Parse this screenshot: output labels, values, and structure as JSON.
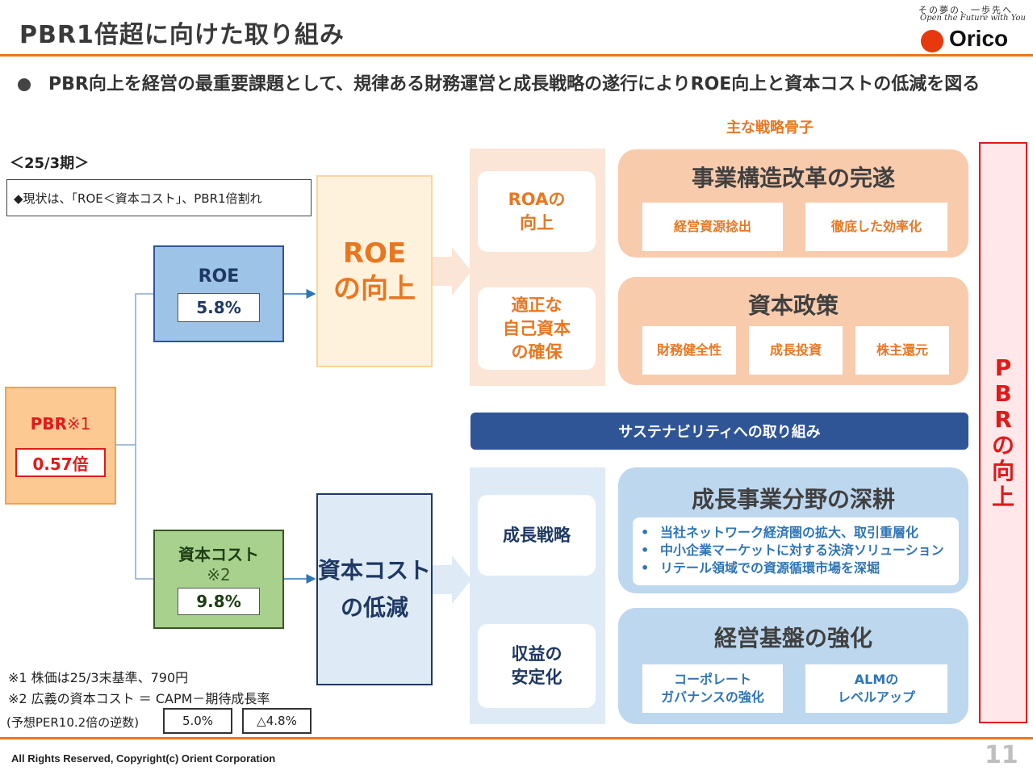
{
  "header": {
    "title": "PBR1倍超に向けた取り組み",
    "tagline_jp": "その夢の、一歩先へ",
    "tagline_en": "Open the Future with You",
    "logo": "Orico"
  },
  "bullet": "PBR向上を経営の最重要課題として、規律ある財務運営と成長戦略の遂行によりROE向上と資本コストの低減を図る",
  "strategy_label": "主な戦略骨子",
  "period": "＜25/3期＞",
  "status": "◆現状は、「ROE＜資本コスト」、PBR1倍割れ",
  "pbr": {
    "label": "PBR",
    "mark": "※1",
    "value": "0.57倍"
  },
  "roe": {
    "label": "ROE",
    "value": "5.8%"
  },
  "capital_cost": {
    "label": "資本コスト",
    "mark": "※2",
    "value": "9.8%"
  },
  "roe_up": {
    "line1": "ROE",
    "line2": "の向上"
  },
  "cost_down": {
    "line1": "資本コスト",
    "line2": "の低減"
  },
  "orange_subs": [
    {
      "line1": "ROAの",
      "line2": "向上"
    },
    {
      "line1": "適正な",
      "line2": "自己資本",
      "line3": "の確保"
    }
  ],
  "blue_subs": [
    {
      "line1": "成長戦略"
    },
    {
      "line1": "収益の",
      "line2": "安定化"
    }
  ],
  "panels": {
    "restructuring": {
      "title": "事業構造改革の完遂",
      "chips": [
        "経営資源捻出",
        "徹底した効率化"
      ]
    },
    "capital_policy": {
      "title": "資本政策",
      "chips": [
        "財務健全性",
        "成長投資",
        "株主還元"
      ]
    },
    "growth": {
      "title": "成長事業分野の深耕",
      "items": [
        "当社ネットワーク経済圏の拡大、取引重層化",
        "中小企業マーケットに対する決済ソリューション",
        "リテール領域での資源循環市場を深堀"
      ]
    },
    "foundation": {
      "title": "経営基盤の強化",
      "chips": [
        {
          "line1": "コーポレート",
          "line2": "ガバナンスの強化"
        },
        {
          "line1": "ALMの",
          "line2": "レベルアップ"
        }
      ]
    }
  },
  "sustainability": "サステナビリティへの取り組み",
  "pbr_up": [
    "P",
    "B",
    "R",
    "の",
    "向",
    "上"
  ],
  "notes": {
    "note1": "※1 株価は25/3末基準、790円",
    "note2": "※2 広義の資本コスト ＝ CAPM－期待成長率",
    "note3": "(予想PER10.2倍の逆数)",
    "capm": "5.0%",
    "growth": "△4.8%"
  },
  "footer": {
    "copyright": "All Rights Reserved, Copyright(c) Orient Corporation",
    "page": "11"
  },
  "colors": {
    "accent": "#e87722",
    "navy": "#1f3864",
    "red": "#e01a1a"
  }
}
